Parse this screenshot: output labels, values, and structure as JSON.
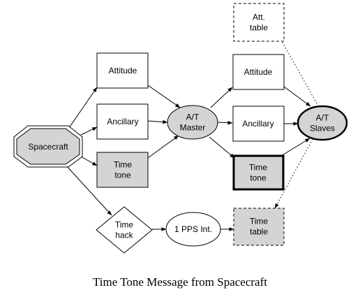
{
  "nodes": {
    "att_table": "Att.\ntable",
    "attitude_left": "Attitude",
    "ancillary_left": "Ancillary",
    "time_tone_left": "Time\ntone",
    "spacecraft": "Spacecraft",
    "at_master": "A/T\nMaster",
    "attitude_right": "Attitude",
    "ancillary_right": "Ancillary",
    "time_tone_right": "Time\ntone",
    "at_slaves": "A/T\nSlaves",
    "time_hack": "Time\nhack",
    "pps": "1 PPS Int.",
    "time_table": "Time\ntable"
  },
  "caption": "Time Tone Message from Spacecraft",
  "colors": {
    "shaded": "#d4d4d4",
    "white": "#ffffff",
    "line": "#000000"
  }
}
